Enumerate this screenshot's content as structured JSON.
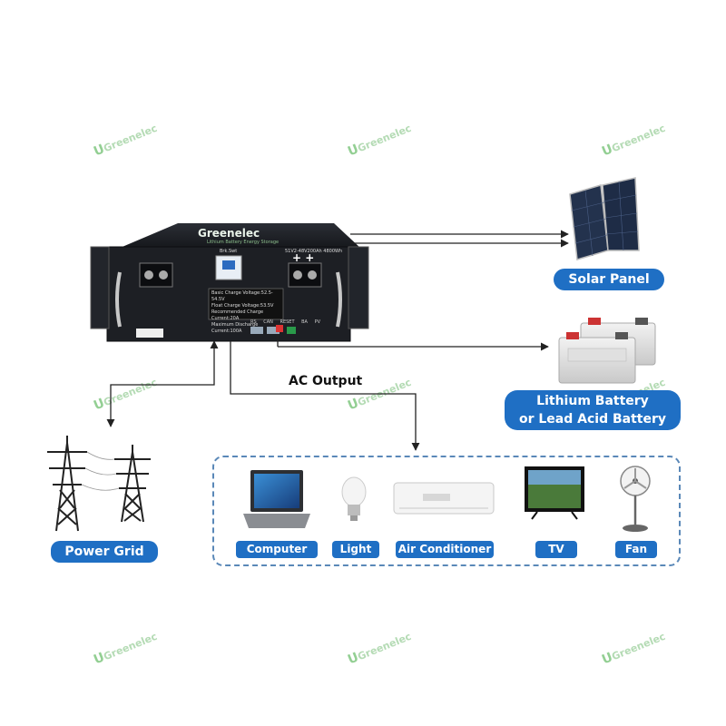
{
  "watermark_text": "Greenelec",
  "device": {
    "brand": "Greenelec",
    "tagline": "Lithium Battery Energy Storage",
    "switch_label": "Brk.Swt",
    "spec_header": "51V2-48V200Ah  4800Wh",
    "spec_lines": [
      "Basic Charge Voltage:52.5-54.5V",
      "Float Charge Voltage:53.5V",
      "Recommended Charge Current:20A",
      "Maximum Discharge Current:100A"
    ],
    "ports": [
      "RS",
      "CAN",
      "RESET",
      "BA",
      "PV"
    ]
  },
  "labels": {
    "solar_panel": "Solar Panel",
    "battery_line1": "Lithium Battery",
    "battery_line2": "or Lead Acid Battery",
    "ac_output": "AC Output",
    "power_grid": "Power Grid"
  },
  "appliances": [
    {
      "id": "computer",
      "label": "Computer",
      "icon": "laptop-icon"
    },
    {
      "id": "light",
      "label": "Light",
      "icon": "light-bulb-icon"
    },
    {
      "id": "air-conditioner",
      "label": "Air Conditioner",
      "icon": "air-conditioner-icon"
    },
    {
      "id": "tv",
      "label": "TV",
      "icon": "tv-icon"
    },
    {
      "id": "fan",
      "label": "Fan",
      "icon": "fan-icon"
    }
  ],
  "colors": {
    "pill": "#1f6fc4",
    "device": "#1d1f24",
    "line": "#222222",
    "dash": "#5a88b8",
    "brand_green": "#3fae49"
  }
}
